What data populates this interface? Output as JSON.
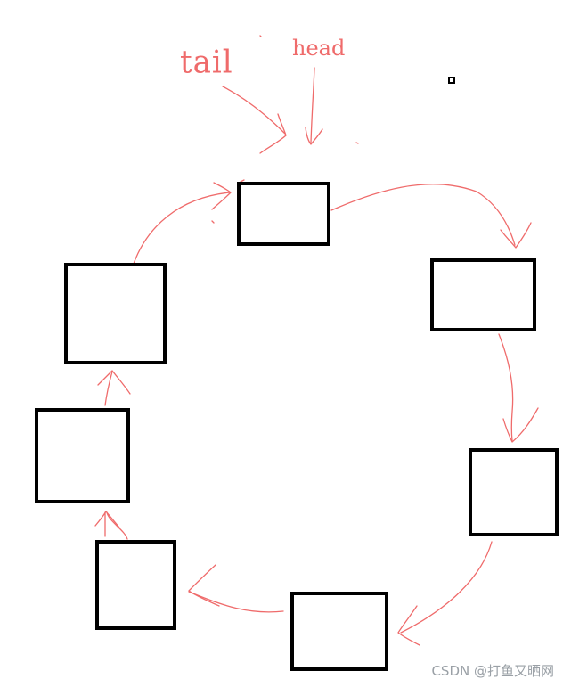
{
  "labels": {
    "tail": "tail",
    "head": "head"
  },
  "watermark": "CSDN @打鱼又晒网",
  "colors": {
    "stroke": "#ef6b6b",
    "box": "#000000",
    "background": "#ffffff"
  },
  "nodes": [
    {
      "id": "node-1"
    },
    {
      "id": "node-2"
    },
    {
      "id": "node-3"
    },
    {
      "id": "node-4"
    },
    {
      "id": "node-5"
    },
    {
      "id": "node-6"
    },
    {
      "id": "node-7"
    },
    {
      "id": "node-8"
    }
  ]
}
